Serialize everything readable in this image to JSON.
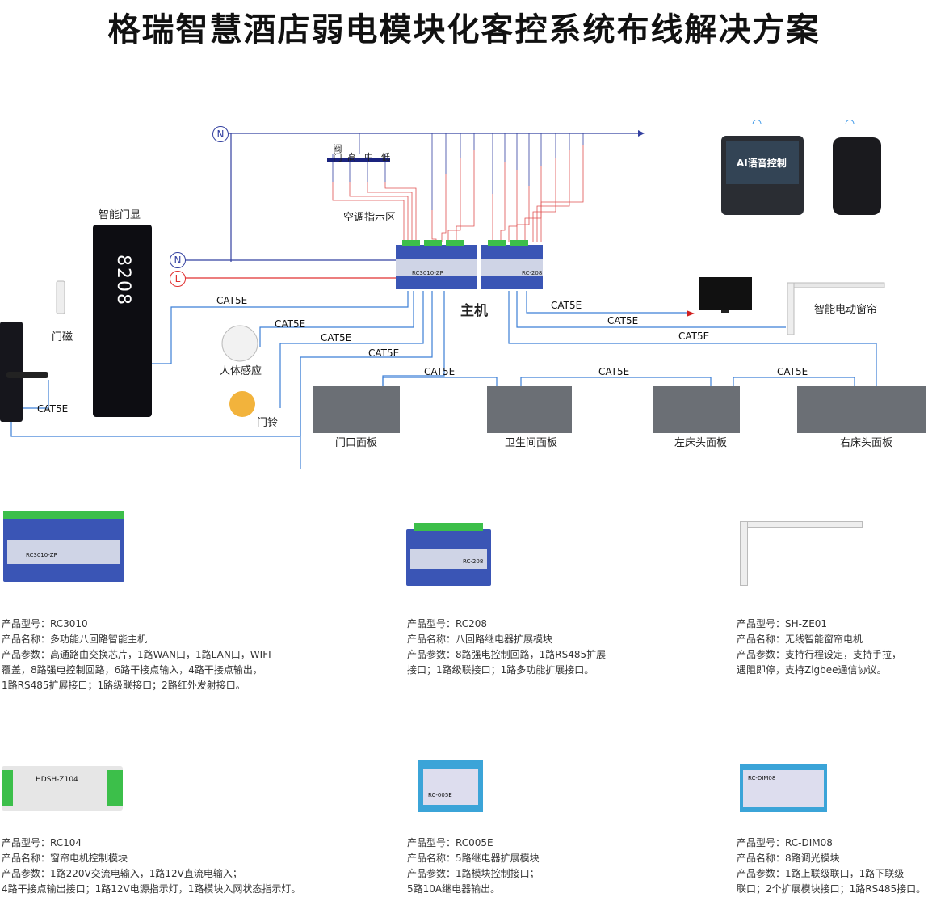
{
  "title": "格瑞智慧酒店弱电模块化客控系统布线解决方案",
  "diagram": {
    "n_top": "N",
    "n_mid": "N",
    "l_mid": "L",
    "host_label": "主机",
    "door_display": "智能门显",
    "door_number": "8208",
    "door_sensor": "门磁",
    "body_sensor": "人体感应",
    "doorbell": "门铃",
    "ac_zone": "空调指示区",
    "valve_labels": [
      "阀门",
      "高",
      "中",
      "低"
    ],
    "curtain": "智能电动窗帘",
    "ai_voice": "AI语音控制",
    "cat_labels": [
      "CAT5E",
      "CAT5E",
      "CAT5E",
      "CAT5E",
      "CAT5E",
      "CAT5E",
      "CAT5E",
      "CAT5E",
      "CAT5E",
      "CAT5E",
      "CAT5E"
    ],
    "panels": [
      "门口面板",
      "卫生间面板",
      "左床头面板",
      "右床头面板"
    ],
    "module_a": "RC3010-ZP",
    "module_b": "RC-208"
  },
  "products": [
    {
      "model": "产品型号：RC3010",
      "name": "产品名称：多功能八回路智能主机",
      "params": [
        "产品参数：高通路由交换芯片，1路WAN口，1路LAN口，WIFI",
        "覆盖，8路强电控制回路，6路干接点输入，4路干接点输出，",
        "1路RS485扩展接口；1路级联接口；2路红外发射接口。"
      ],
      "img_label": "RC3010-ZP"
    },
    {
      "model": "产品型号：RC208",
      "name": "产品名称：八回路继电器扩展模块",
      "params": [
        "产品参数：8路强电控制回路，1路RS485扩展",
        "接口；1路级联接口；1路多功能扩展接口。"
      ],
      "img_label": "RC-208"
    },
    {
      "model": "产品型号：SH-ZE01",
      "name": "产品名称：无线智能窗帘电机",
      "params": [
        "产品参数：支持行程设定，支持手拉，",
        "遇阻即停，支持Zigbee通信协议。"
      ],
      "img_label": ""
    },
    {
      "model": "产品型号：RC104",
      "name": "产品名称：窗帘电机控制模块",
      "params": [
        "产品参数：1路220V交流电输入，1路12V直流电输入；",
        "4路干接点输出接口；1路12V电源指示灯，1路模块入网状态指示灯。"
      ],
      "img_label": "HDSH-Z104"
    },
    {
      "model": "产品型号：RC005E",
      "name": "产品名称：5路继电器扩展模块",
      "params": [
        "产品参数：1路模块控制接口；",
        "5路10A继电器输出。"
      ],
      "img_label": "RC-005E"
    },
    {
      "model": "产品型号：RC-DIM08",
      "name": "产品名称：8路调光模块",
      "params": [
        "产品参数：1路上联级联口，1路下联级",
        "联口；2个扩展模块接口；1路RS485接口。"
      ],
      "img_label": "RC-DIM08"
    }
  ]
}
